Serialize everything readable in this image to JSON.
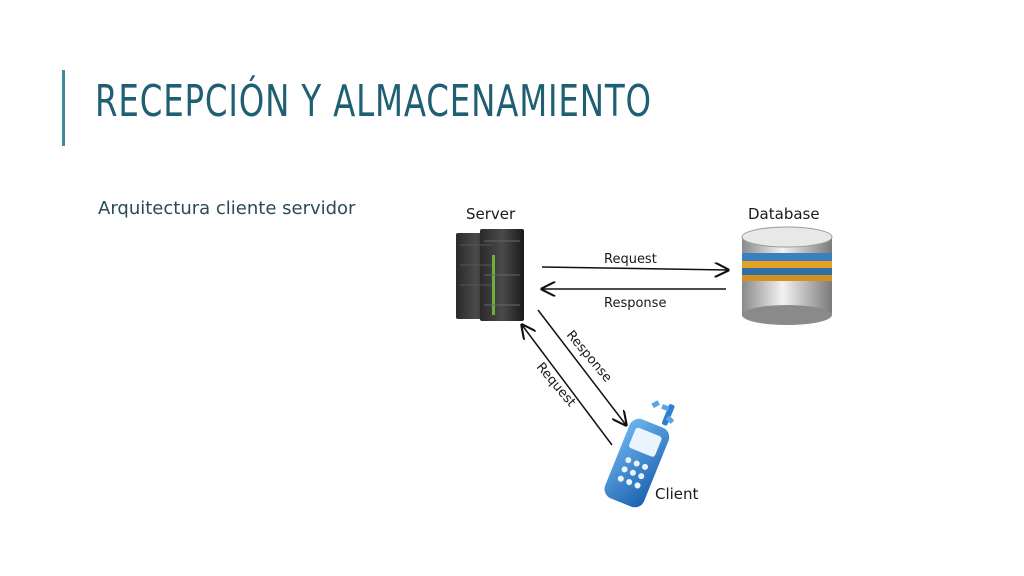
{
  "slide": {
    "title": "RECEPCIÓN Y ALMACENAMIENTO",
    "bullet": "Arquitectura cliente servidor"
  },
  "diagram": {
    "nodes": {
      "server": "Server",
      "database": "Database",
      "client": "Client"
    },
    "edges": {
      "server_to_db": "Request",
      "db_to_server": "Response",
      "server_to_client": "Response",
      "client_to_server": "Request"
    }
  },
  "colors": {
    "title": "#1f5f73",
    "accent_bar": "#3c8a9c",
    "phone_blue": "#2f7fd1",
    "db_silver": "#b8b8b8"
  },
  "icons": [
    "server-rack-icon",
    "database-cylinder-icon",
    "mobile-phone-icon"
  ]
}
